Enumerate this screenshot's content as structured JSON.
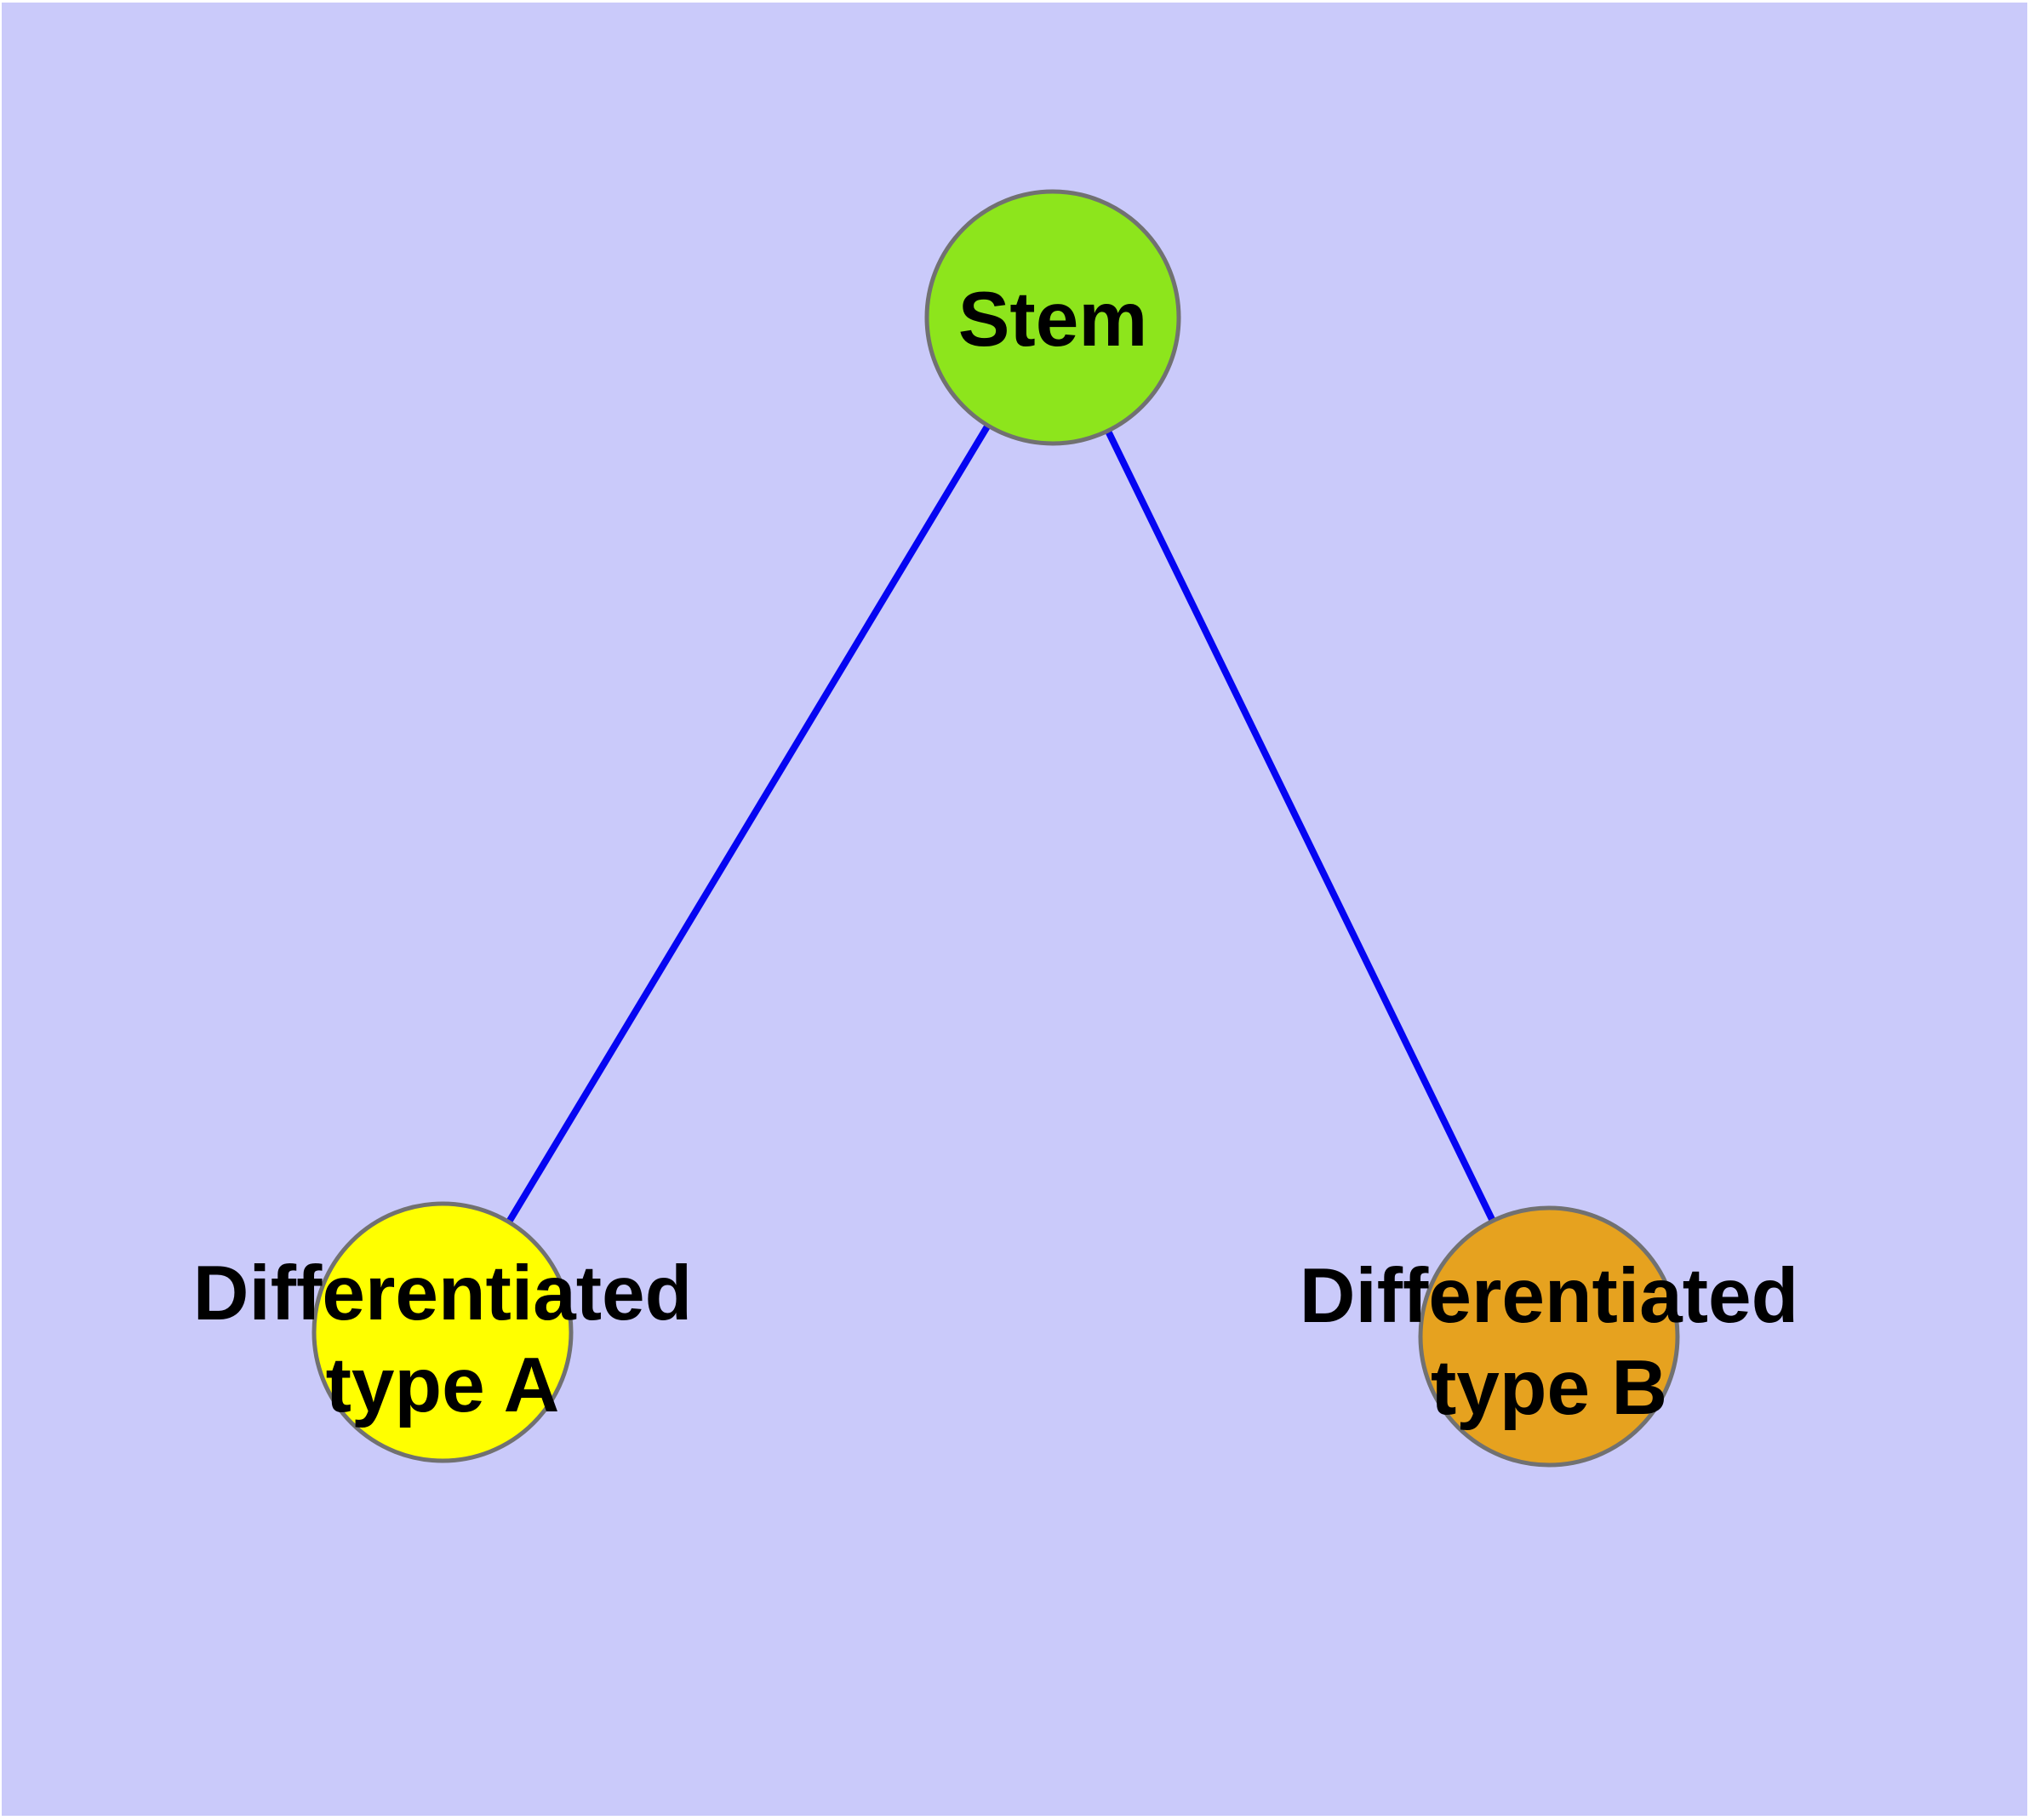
{
  "diagram": {
    "background_color": "#CACAFA",
    "edge_color": "#0505F2",
    "node_outline_color": "#717171",
    "text_color": "#000000",
    "nodes": {
      "stem": {
        "label": "Stem",
        "fill": "#8DE51C"
      },
      "diff_a": {
        "label": "Differentiated type A",
        "label_line1": "Differentiated",
        "label_line2": "type A",
        "fill": "#FFFF00"
      },
      "diff_b": {
        "label": "Differentiated type B",
        "label_line1": "Differentiated",
        "label_line2": "type B",
        "fill": "#E6A21F"
      }
    },
    "edges": [
      {
        "from": "Stem",
        "to": "Differentiated type A"
      },
      {
        "from": "Stem",
        "to": "Differentiated type B"
      }
    ]
  }
}
